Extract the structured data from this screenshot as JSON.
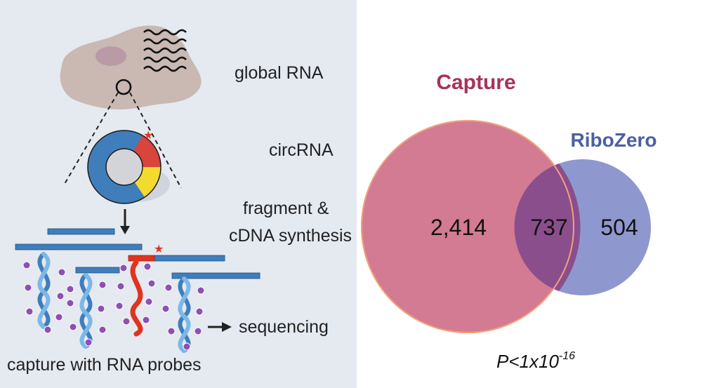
{
  "workflow": {
    "steps": [
      {
        "id": "global",
        "label": "global RNA"
      },
      {
        "id": "circ",
        "label": "circRNA"
      },
      {
        "id": "fragment",
        "label_line1": "fragment &",
        "label_line2": "cDNA synthesis"
      },
      {
        "id": "sequencing",
        "label": "sequencing"
      }
    ],
    "capture_label": "capture with RNA probes"
  },
  "venn": {
    "sets": [
      {
        "name": "Capture",
        "color": "#a8325a",
        "fill": "#d27b92"
      },
      {
        "name": "RiboZero",
        "color": "#4c5fa3",
        "fill": "#7a86c6"
      }
    ],
    "values": {
      "capture_only": "2,414",
      "overlap": "737",
      "ribozero_only": "504"
    },
    "pvalue_base": "P<1x10",
    "pvalue_exponent": "-16"
  },
  "colors": {
    "panel_bg": "#e5e9f0",
    "probe_blue": "#3f7ebb",
    "strand_red": "#e0341f",
    "bead_purple": "#8f4fb3",
    "circ_yellow": "#f3db2e",
    "circ_red": "#d9443c",
    "cell_fill": "#c9b9b2"
  }
}
